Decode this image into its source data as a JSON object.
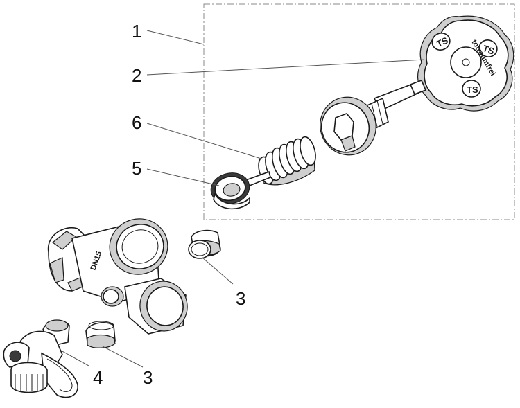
{
  "callouts": {
    "c1": "1",
    "c2": "2",
    "c3a": "3",
    "c3b": "3",
    "c4": "4",
    "c5": "5",
    "c6": "6"
  },
  "handwheel_text": "totraumfrei",
  "valve_body_text": "DN15",
  "colors": {
    "line": "#1a1a1a",
    "frame": "#888888",
    "shade": "#cfcfcf"
  }
}
